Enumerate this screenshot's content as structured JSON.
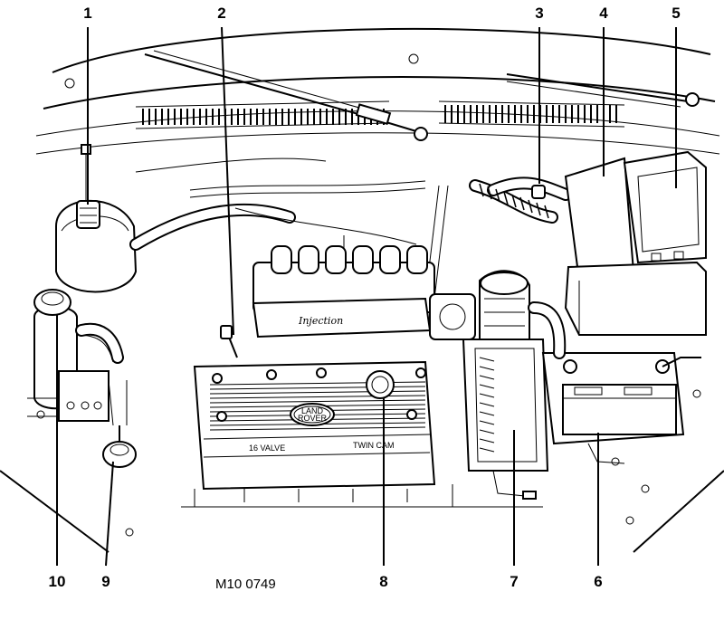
{
  "figure_code": "M10 0749",
  "callouts": [
    {
      "number": "1"
    },
    {
      "number": "2"
    },
    {
      "number": "3"
    },
    {
      "number": "4"
    },
    {
      "number": "5"
    },
    {
      "number": "6"
    },
    {
      "number": "7"
    },
    {
      "number": "8"
    },
    {
      "number": "9"
    },
    {
      "number": "10"
    }
  ],
  "engine_markings": {
    "plenum_text": "Injection",
    "badge_line1": "LAND",
    "badge_line2": "ROVER",
    "cover_left": "16 VALVE",
    "cover_right": "TWIN CAM"
  }
}
